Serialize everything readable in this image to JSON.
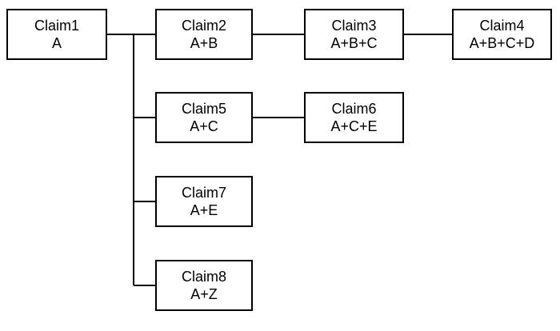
{
  "diagram": {
    "claims": [
      {
        "id": "claim-1",
        "title": "Claim1",
        "formula": "A"
      },
      {
        "id": "claim-2",
        "title": "Claim2",
        "formula": "A+B"
      },
      {
        "id": "claim-3",
        "title": "Claim3",
        "formula": "A+B+C"
      },
      {
        "id": "claim-4",
        "title": "Claim4",
        "formula": "A+B+C+D"
      },
      {
        "id": "claim-5",
        "title": "Claim5",
        "formula": "A+C"
      },
      {
        "id": "claim-6",
        "title": "Claim6",
        "formula": "A+C+E"
      },
      {
        "id": "claim-7",
        "title": "Claim7",
        "formula": "A+E"
      },
      {
        "id": "claim-8",
        "title": "Claim8",
        "formula": "A+Z"
      }
    ],
    "colors": {
      "stroke": "#000000",
      "background": "#ffffff"
    }
  }
}
